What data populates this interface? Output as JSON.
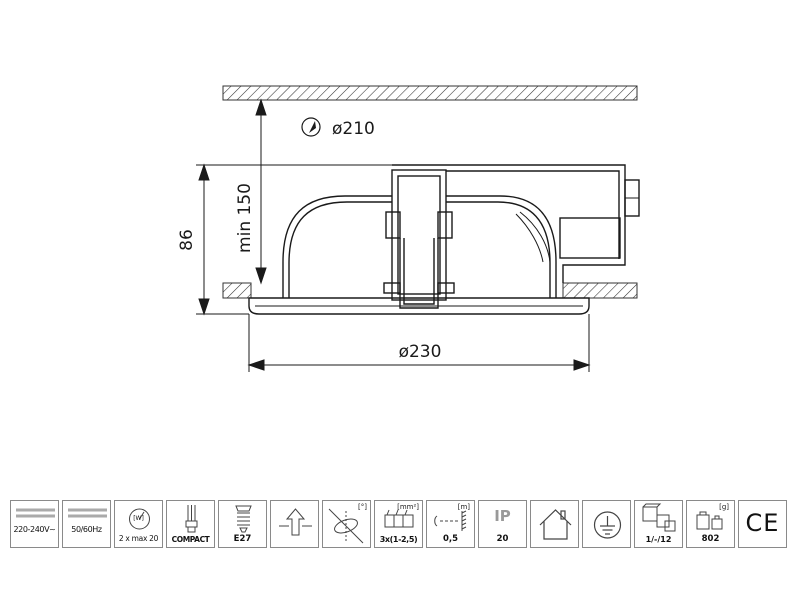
{
  "drawing": {
    "diameter_top": "ø210",
    "diameter_bottom": "ø230",
    "height": "86",
    "min_depth": "min 150"
  },
  "specs": {
    "voltage": "220-240V~",
    "frequency": "50/60Hz",
    "power_unit": "[W]",
    "power": "2 x max 20",
    "lamp_type": "COMPACT",
    "socket": "E27",
    "tilt_unit": "[°]",
    "cable_unit": "[mm²]",
    "cable": "3x(1-2,5)",
    "distance_unit": "[m]",
    "distance": "0,5",
    "ip_label": "IP",
    "ip_rating": "20",
    "packaging": "1/-/12",
    "weight_unit": "[g]",
    "weight": "802",
    "ce_mark": "CE"
  }
}
